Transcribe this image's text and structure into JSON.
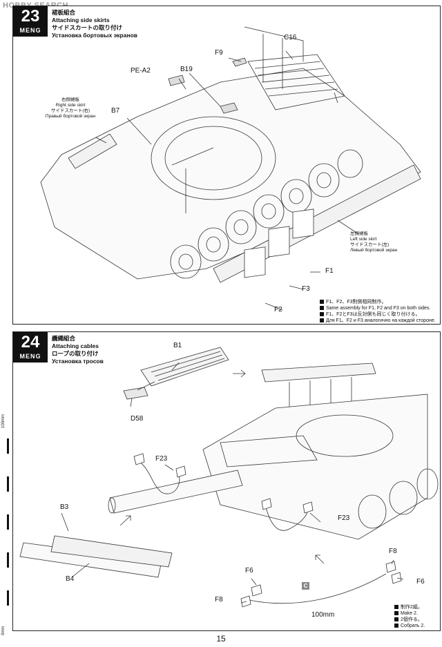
{
  "watermark": "HOBBY SEARCH",
  "step23": {
    "number": "23",
    "brand": "MENG",
    "title_zh": "裙板組合",
    "title_en": "Attaching side skirts",
    "title_ja": "サイドスカートの取り付け",
    "title_ru": "Установка бортовых экранов",
    "parts": {
      "c16": "C16",
      "f9": "F9",
      "pea2": "PE-A2",
      "b19": "B19",
      "b7": "B7",
      "f1": "F1",
      "f3": "F3",
      "f2": "F2"
    },
    "right_skirt": [
      "右側裙板",
      "Right side skirt",
      "サイドスカート(右)",
      "Правый бортовой экран"
    ],
    "left_skirt": [
      "左側裙板",
      "Left side skirt",
      "サイドスカート(左)",
      "Левый бортовой экран"
    ],
    "note": [
      "F1、F2、F3對側相同制作。",
      "Same assembly for F1, F2 and F3 on both sides.",
      "F1、F2とF3は反対側も同じく取り付ける。",
      "Для F1、F2 и F3 аналогично на каждой стороне."
    ]
  },
  "step24": {
    "number": "24",
    "brand": "MENG",
    "title_zh": "纜繩組合",
    "title_en": "Attaching cables",
    "title_ja": "ロープの取り付け",
    "title_ru": "Установка тросов",
    "parts": {
      "b1": "B1",
      "d58": "D58",
      "f23a": "F23",
      "f23b": "F23",
      "b3": "B3",
      "b4": "B4",
      "f8a": "F8",
      "f6a": "F6",
      "f6b": "F6",
      "f8b": "F8",
      "c": "C"
    },
    "length": "100mm",
    "note": [
      "制作2組。",
      "Make 2.",
      "2個作る。",
      "Собрать 2."
    ]
  },
  "ruler": {
    "top": "100mm",
    "bottom": "0mm"
  },
  "page_number": "15"
}
